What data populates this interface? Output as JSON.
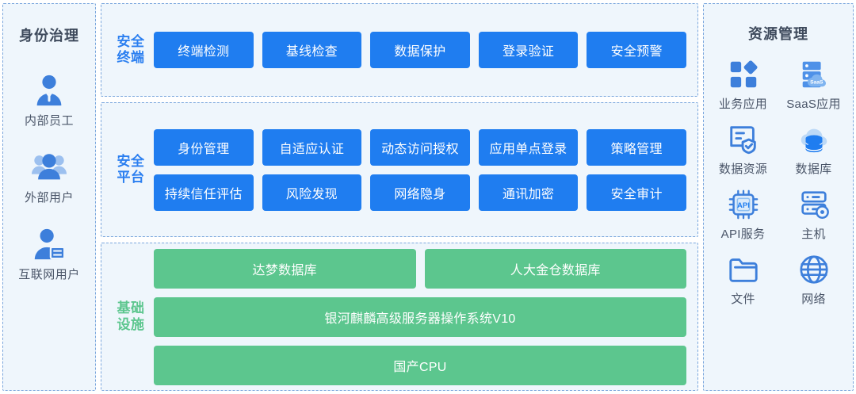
{
  "colors": {
    "panel_bg": "#eff6fc",
    "panel_border": "#7ba7dd",
    "chip_blue": "#1f7df0",
    "bar_green": "#5cc68e",
    "label_blue": "#2b7ff0",
    "label_green": "#5cc68e",
    "title_text": "#3e4a5c",
    "body_text": "#4a5568"
  },
  "identity": {
    "title": "身份治理",
    "personas": [
      {
        "label": "内部员工",
        "icon": "user-icon"
      },
      {
        "label": "外部用户",
        "icon": "users-group-icon"
      },
      {
        "label": "互联网用户",
        "icon": "user-id-card-icon"
      }
    ]
  },
  "middle": {
    "terminal": {
      "label": "安全终端",
      "rows": [
        [
          "终端检测",
          "基线检查",
          "数据保护",
          "登录验证",
          "安全预警"
        ]
      ]
    },
    "platform": {
      "label": "安全平台",
      "rows": [
        [
          "身份管理",
          "自适应认证",
          "动态访问授权",
          "应用单点登录",
          "策略管理"
        ],
        [
          "持续信任评估",
          "风险发现",
          "网络隐身",
          "通讯加密",
          "安全审计"
        ]
      ]
    },
    "infrastructure": {
      "label": "基础设施",
      "rows": [
        [
          "达梦数据库",
          "人大金仓数据库"
        ],
        [
          "银河麒麟高级服务器操作系统V10"
        ],
        [
          "国产CPU"
        ]
      ]
    }
  },
  "resources": {
    "title": "资源管理",
    "items": [
      {
        "label": "业务应用",
        "icon": "app-blocks-icon"
      },
      {
        "label": "SaaS应用",
        "icon": "saas-cloud-server-icon"
      },
      {
        "label": "数据资源",
        "icon": "data-document-icon"
      },
      {
        "label": "数据库",
        "icon": "cloud-database-icon"
      },
      {
        "label": "API服务",
        "icon": "api-chip-icon"
      },
      {
        "label": "主机",
        "icon": "server-gear-icon"
      },
      {
        "label": "文件",
        "icon": "folder-icon"
      },
      {
        "label": "网络",
        "icon": "globe-icon"
      }
    ]
  }
}
